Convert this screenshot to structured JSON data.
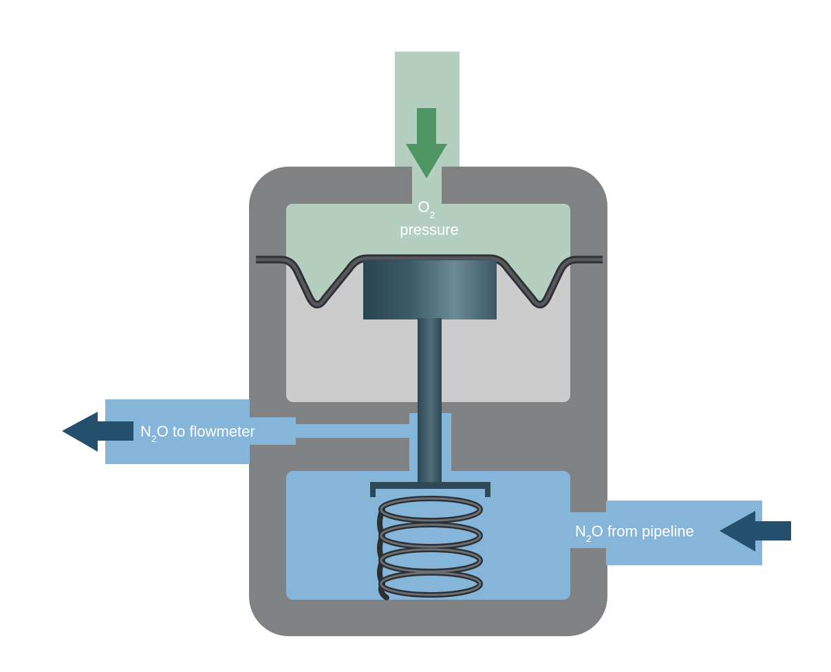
{
  "diagram": {
    "labels": {
      "o2_main": "O",
      "o2_sub": "2",
      "o2_line2": "pressure",
      "out_n": "N",
      "out_sub": "2",
      "out_rest": "O to flowmeter",
      "in_n": "N",
      "in_sub": "2",
      "in_rest": "O from pipeline"
    },
    "colors": {
      "housing": "#808183",
      "o2_gas": "#b4cfbf",
      "o2_arrow": "#4e9561",
      "n2o_gas": "#85b6da",
      "n2o_arrow": "#24506e",
      "lower_chamber_air": "#cccccc",
      "piston": "#2e4a57",
      "spring": "#4a4e52"
    }
  }
}
